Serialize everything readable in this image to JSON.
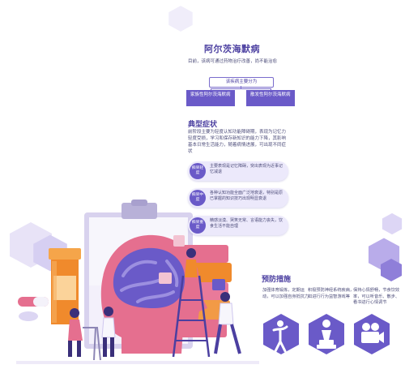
{
  "title": "阿尔茨海默病",
  "intro": "目前，该病可通过药物治疗改善，尚不能治愈",
  "types": {
    "head": "该疾病主要分为",
    "items": [
      {
        "label": "家族性阿尔茨海默病"
      },
      {
        "label": "散发性阿尔茨海默病"
      }
    ]
  },
  "symptoms": {
    "title": "典型症状",
    "intro": "前阶段主要为轻度认知功能障碍期，表现为记忆力轻度受损，学习和保存新知识的能力下降，其影响基本日常生活能力，随着病情进展，可出现不同症状",
    "stages": [
      {
        "badge": "痴呆轻度",
        "text": "主要表现是记忆障碍，突出表现为近事记忆减退"
      },
      {
        "badge": "痴呆中度",
        "text": "各种认知功能全面广泛地衰退，特别是原已掌握的知识技巧出现明显衰退"
      },
      {
        "badge": "痴呆重度",
        "text": "精感淡漠、哭笑无常、言语能力丧失，饮食生活不能自理"
      }
    ]
  },
  "prevention": {
    "title": "预防措施",
    "tips": [
      {
        "text": "加强体育锻炼，定期运动，可以加强自身抵抗力"
      },
      {
        "text": "积极预防神经系统疾病，如进行行为益智游戏等"
      },
      {
        "text": "保持心情舒畅，节食饮效率，可以听音乐、散步、看书进行心情调节"
      }
    ]
  },
  "colors": {
    "primary": "#6a5ac8",
    "title": "#4b3fa0",
    "text": "#4d4d7a",
    "stage_bg": "#ece9fb",
    "accent_orange": "#f08a2c",
    "accent_pink": "#e56f8f"
  }
}
